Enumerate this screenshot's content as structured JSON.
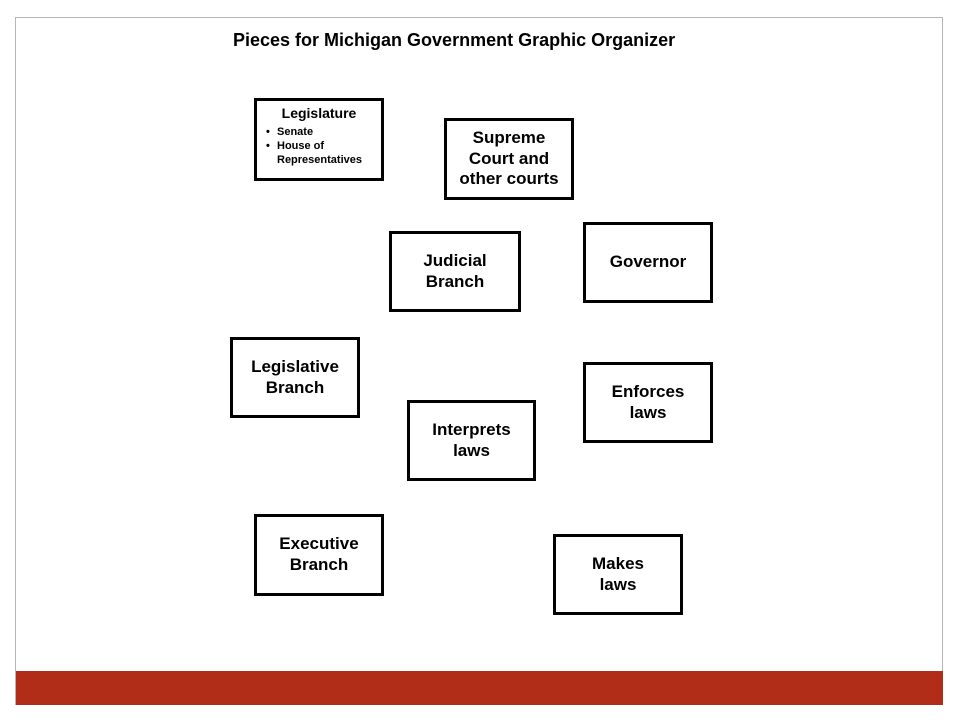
{
  "slide": {
    "title": "Pieces for Michigan Government Graphic Organizer",
    "footer_color": "#b22d18"
  },
  "pieces": {
    "legislature": {
      "title": "Legislature",
      "bullets": [
        "Senate",
        "House of Representatives"
      ]
    },
    "supreme_court": "Supreme\nCourt and\nother courts",
    "judicial_branch": "Judicial\nBranch",
    "governor": "Governor",
    "legislative_branch": "Legislative\nBranch",
    "enforces_laws": "Enforces\nlaws",
    "interprets_laws": "Interprets\nlaws",
    "executive_branch": "Executive\nBranch",
    "makes_laws": "Makes\nlaws"
  }
}
